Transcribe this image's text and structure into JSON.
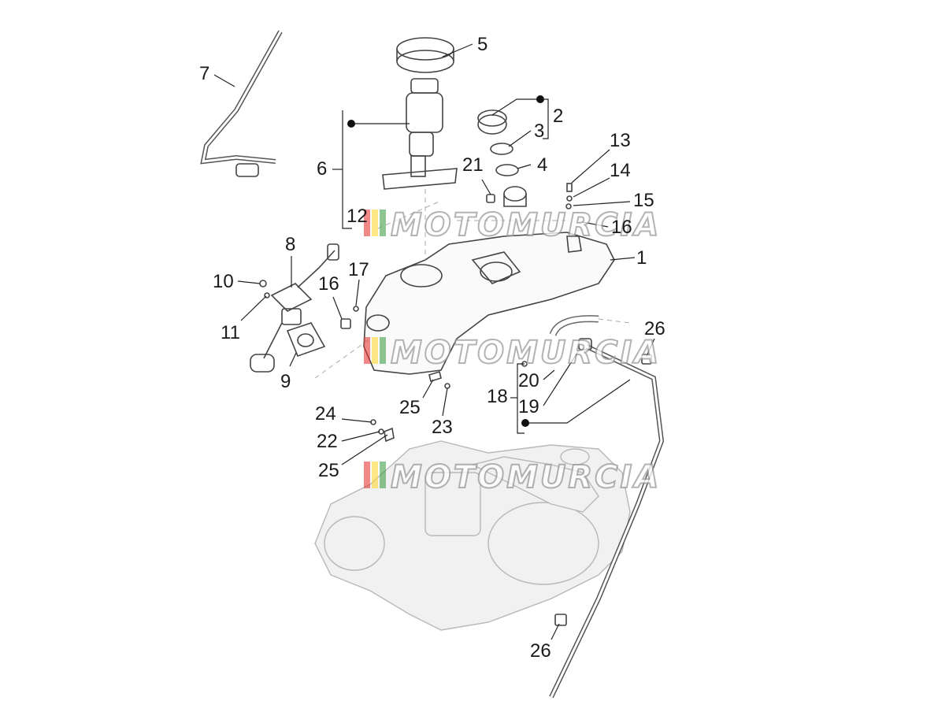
{
  "callouts": {
    "c1": "1",
    "c2": "2",
    "c3": "3",
    "c4": "4",
    "c5": "5",
    "c6": "6",
    "c7": "7",
    "c8": "8",
    "c9": "9",
    "c10": "10",
    "c11": "11",
    "c12": "12",
    "c13": "13",
    "c14": "14",
    "c15": "15",
    "c16a": "16",
    "c16b": "16",
    "c17": "17",
    "c18": "18",
    "c19": "19",
    "c20": "20",
    "c21": "21",
    "c22": "22",
    "c23": "23",
    "c24": "24",
    "c25a": "25",
    "c25b": "25",
    "c26a": "26",
    "c26b": "26"
  },
  "watermark": {
    "text": "MOTOMURCIA",
    "colors": [
      "#e53935",
      "#fdd835",
      "#43a047"
    ]
  },
  "colors": {
    "ink": "#1a1a1a",
    "part_outline": "#444444",
    "ghost_fill": "#f1f1f1"
  }
}
